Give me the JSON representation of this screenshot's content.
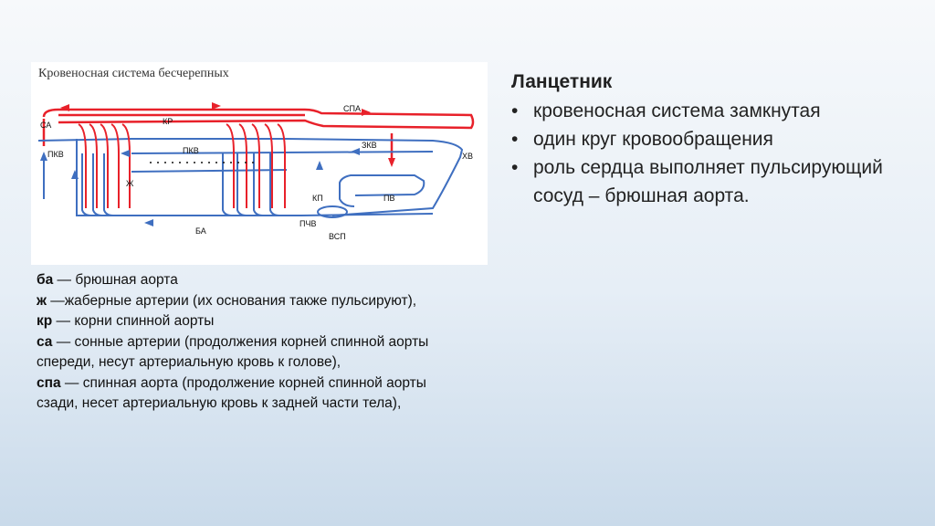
{
  "diagram": {
    "title": "Кровеносная система бесчерепных",
    "labels": {
      "sa": "СА",
      "kr": "КР",
      "spa": "СПА",
      "pkv_left": "ПКВ",
      "pkv_mid": "ПКВ",
      "zkv": "ЗКВ",
      "hv": "ХВ",
      "zh": "Ж",
      "kp": "КП",
      "pv": "ПВ",
      "ba": "БА",
      "pchv": "ПЧВ",
      "vsp": "ВСП"
    },
    "colors": {
      "arterial": "#e8212a",
      "venous": "#3f6fc0"
    }
  },
  "legend": [
    {
      "term": "ба",
      "text": " — брюшная аорта"
    },
    {
      "term": "ж",
      "text": " —жаберные артерии (их основания также пульсируют),"
    },
    {
      "term": "кр",
      "text": " — корни спинной аорты"
    },
    {
      "term": "са",
      "text": " — сонные артерии (продолжения корней спинной аорты"
    },
    {
      "term": "",
      "text": "спереди, несут артериальную кровь к голове),"
    },
    {
      "term": "спа",
      "text": " — спинная аорта (продолжение корней спинной аорты"
    },
    {
      "term": "",
      "text": "сзади, несет артериальную кровь к задней части тела),"
    }
  ],
  "side": {
    "title": "Ланцетник",
    "bullet_char": "•",
    "items": [
      "кровеносная система замкнутая",
      "один круг кровообращения",
      "роль сердца выполняет пульсирующий сосуд – брюшная аорта."
    ]
  }
}
